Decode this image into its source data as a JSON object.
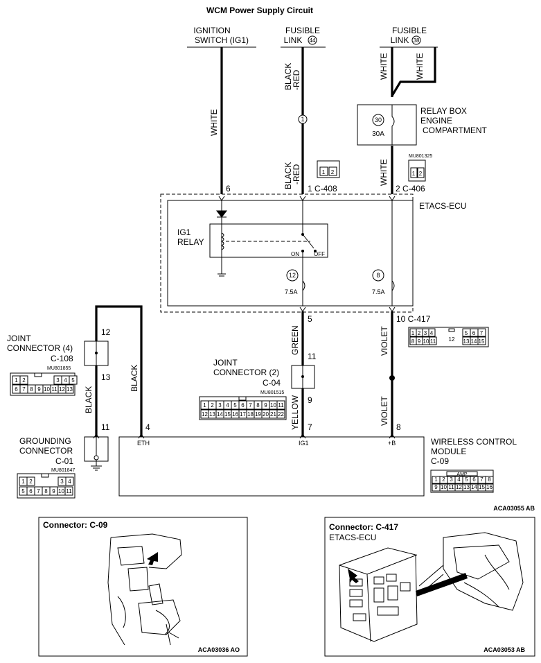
{
  "title": "WCM Power Supply Circuit",
  "sources": {
    "ign_line1": "IGNITION",
    "ign_line2": "SWITCH (IG1)",
    "fl44_line1": "FUSIBLE",
    "fl44_line2": "LINK",
    "fl44_num": "44",
    "fl38_line1": "FUSIBLE",
    "fl38_line2": "LINK",
    "fl38_num": "38"
  },
  "wire_labels": {
    "white_ign": "WHITE",
    "black_red_top1": "BLACK",
    "black_red_top2": "-RED",
    "white_fl38_a": "WHITE",
    "white_fl38_b": "WHITE",
    "black_red_mid1": "BLACK",
    "black_red_mid2": "-RED",
    "white_mid": "WHITE",
    "green": "GREEN",
    "yellow": "YELLOW",
    "violet_top": "VIOLET",
    "violet_bot": "VIOLET",
    "black_left": "BLACK",
    "black_right": "BLACK"
  },
  "relay_box": {
    "line1": "RELAY BOX",
    "line2": "ENGINE",
    "line3": "COMPARTMENT",
    "fuse_num": "30",
    "fuse_amp": "30A",
    "part": "MU801325"
  },
  "etacs": {
    "label": "ETACS-ECU",
    "relay_line1": "IG1",
    "relay_line2": "RELAY",
    "on": "ON",
    "off": "OFF",
    "fuse12_num": "12",
    "fuse12_amp": "7.5A",
    "fuse8_num": "8",
    "fuse8_amp": "7.5A",
    "pin6": "6",
    "pin1_c408": "1  C-408",
    "pin2_c406": "2  C-406",
    "pin5": "5",
    "pin10_c417": "10 C-417",
    "circle1": "1"
  },
  "joint4": {
    "line1": "JOINT",
    "line2": "CONNECTOR (4)",
    "code": "C-108",
    "part": "MU801855",
    "pin12": "12",
    "pin13": "13",
    "pin11": "11",
    "pin4": "4"
  },
  "joint2": {
    "line1": "JOINT",
    "line2": "CONNECTOR (2)",
    "code": "C-04",
    "part": "MU801515",
    "pin11": "11",
    "pin9": "9"
  },
  "grounding": {
    "line1": "GROUNDING",
    "line2": "CONNECTOR",
    "code": "C-01",
    "part": "MU801847"
  },
  "wcm": {
    "line1": "WIRELESS CONTROL",
    "line2": "MODULE",
    "code": "C-09",
    "eth": "ETH",
    "ig1": "IG1",
    "plusb": "+B",
    "pin7": "7",
    "pin8": "8",
    "amp": "AMP"
  },
  "connector_pins": {
    "c408": [
      "1",
      "2"
    ],
    "c406": [
      "1",
      "2"
    ],
    "c108_top": [
      "1",
      "2",
      "3",
      "4",
      "5"
    ],
    "c108_bot": [
      "6",
      "7",
      "8",
      "9",
      "10",
      "11",
      "12",
      "13"
    ],
    "c04_top": [
      "1",
      "2",
      "3",
      "4",
      "5",
      "6",
      "7",
      "8",
      "9",
      "10",
      "11"
    ],
    "c04_bot": [
      "12",
      "13",
      "14",
      "15",
      "16",
      "17",
      "18",
      "19",
      "20",
      "21",
      "22"
    ],
    "c01_top": [
      "1",
      "2",
      "3",
      "4"
    ],
    "c01_bot": [
      "5",
      "6",
      "7",
      "8",
      "9",
      "10",
      "11"
    ],
    "c417_top_left": [
      "1",
      "2",
      "3",
      "4"
    ],
    "c417_top_right": [
      "5",
      "6",
      "7"
    ],
    "c417_bot_left": [
      "8",
      "9",
      "10",
      "11"
    ],
    "c417_mid": "12",
    "c417_bot_right": [
      "13",
      "14",
      "15"
    ],
    "c09_top": [
      "1",
      "2",
      "3",
      "4",
      "5",
      "6",
      "7",
      "8"
    ],
    "c09_bot": [
      "9",
      "10",
      "11",
      "12",
      "13",
      "14",
      "15",
      "16"
    ]
  },
  "figure_code_main": "ACA03055 AB",
  "panel_left": {
    "title": "Connector: C-09",
    "code": "ACA03036 AO"
  },
  "panel_right": {
    "title": "Connector: C-417",
    "subtitle": "ETACS-ECU",
    "code": "ACA03053 AB"
  }
}
